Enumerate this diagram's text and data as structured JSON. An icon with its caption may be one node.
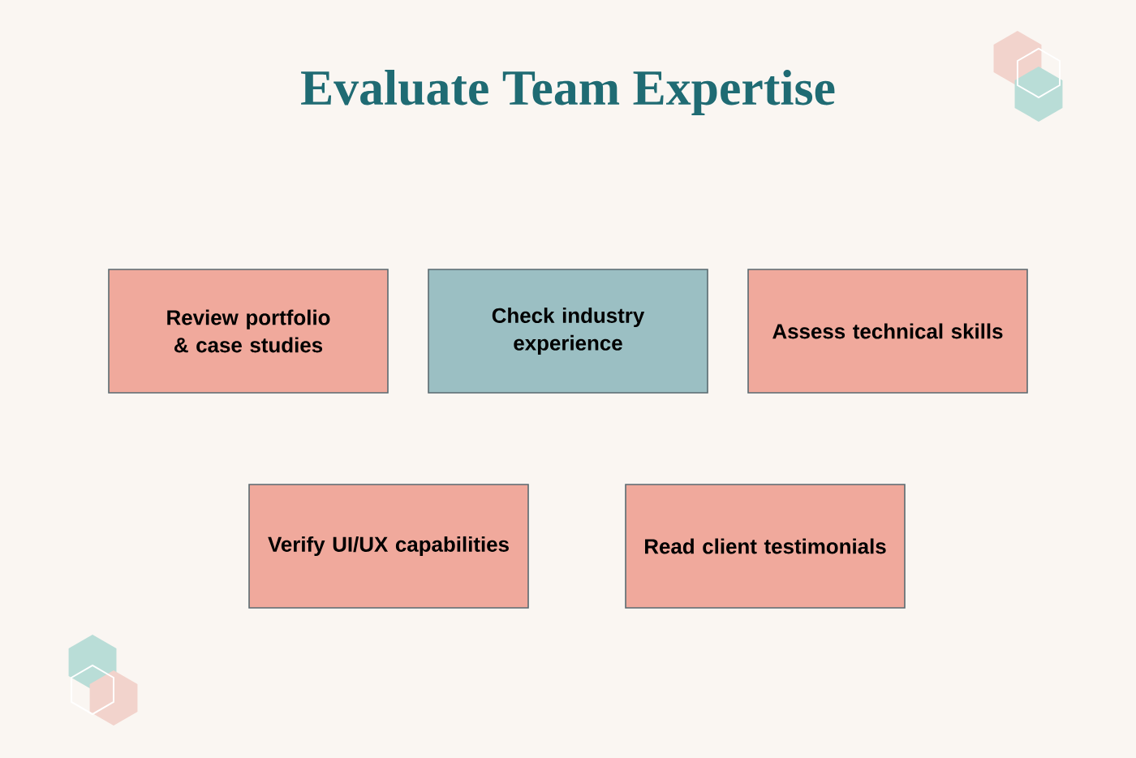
{
  "diagram": {
    "title": "Evaluate Team Expertise",
    "nodes": [
      {
        "text": [
          "Review portfolio & case studies"
        ]
      },
      {
        "text": [
          "Check industry experience"
        ]
      },
      {
        "text": [
          "Assess technical skills"
        ]
      },
      {
        "text": [
          "Verify UI/UX capabilities"
        ]
      },
      {
        "text": [
          "Read client testimonials"
        ]
      }
    ]
  }
}
